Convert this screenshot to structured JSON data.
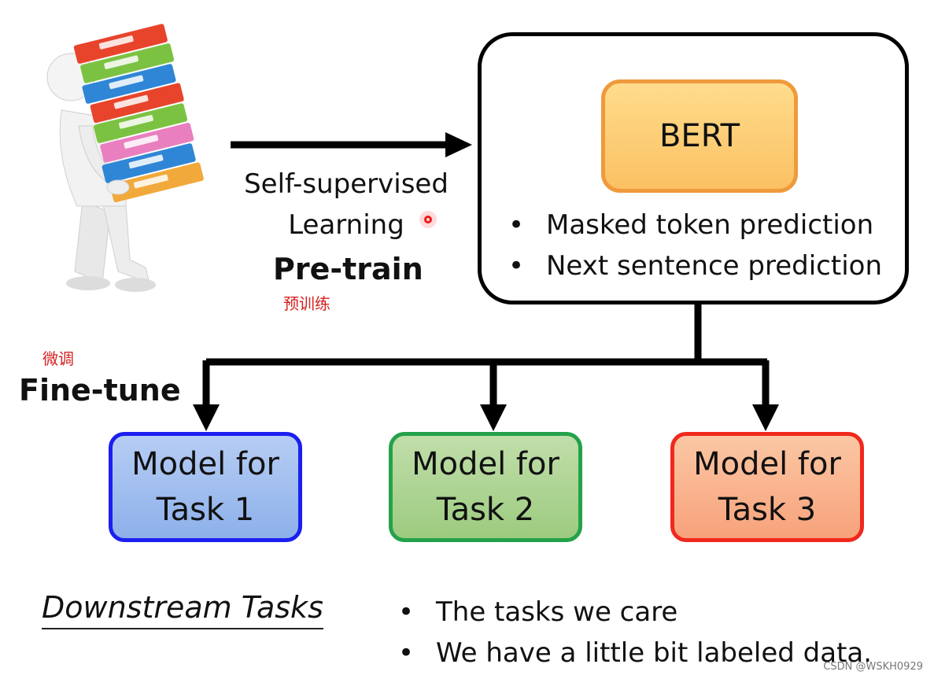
{
  "pretrain": {
    "caption_line1": "Self-supervised",
    "caption_line2": "Learning",
    "label": "Pre-train",
    "label_cn": "预训练"
  },
  "bert": {
    "title": "BERT",
    "bullets": [
      "Masked token prediction",
      "Next sentence prediction"
    ]
  },
  "finetune": {
    "label": "Fine-tune",
    "label_cn": "微调"
  },
  "tasks": [
    {
      "line1": "Model for",
      "line2": "Task 1",
      "color": "#1b1ff0"
    },
    {
      "line1": "Model for",
      "line2": "Task 2",
      "color": "#24a24a"
    },
    {
      "line1": "Model for",
      "line2": "Task 3",
      "color": "#f0281d"
    }
  ],
  "downstream": {
    "title": "Downstream Tasks",
    "notes": [
      "The tasks we care",
      "We have a little bit labeled data."
    ]
  },
  "watermark": "CSDN @WSKH0929"
}
